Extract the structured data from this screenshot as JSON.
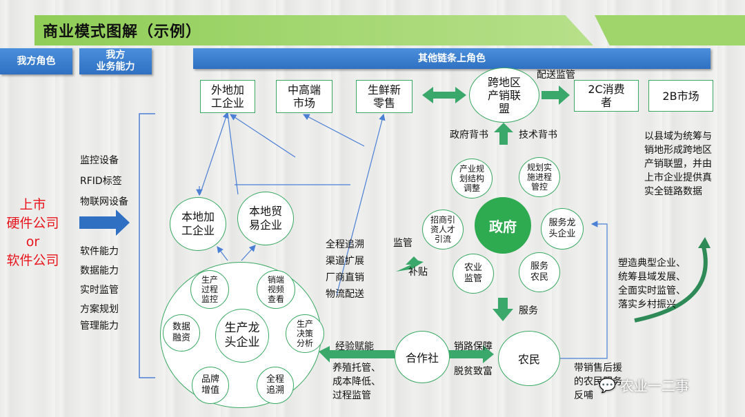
{
  "title": "商业模式图解（示例）",
  "headers": {
    "our_role": "我方角色",
    "our_ability": "我方\n业务能力",
    "other_roles": "其他链条上角色"
  },
  "top_boxes": [
    "外地加\n工企业",
    "中高端\n市场",
    "生鲜新\n零售",
    "2C消费\n者",
    "2B市场"
  ],
  "alliance": "跨地区\n产销联\n盟",
  "alliance_caption": "配送监管",
  "gov_labels": {
    "left": "政府背书",
    "right": "技术背书"
  },
  "company": [
    "上市",
    "硬件公司",
    "or",
    "软件公司"
  ],
  "abilities": [
    "监控设备",
    "RFID标签",
    "物联网设备",
    "软件能力",
    "数据能力",
    "实时监管",
    "方案规划",
    "管理能力"
  ],
  "local": {
    "processing": "本地加\n工企业",
    "trade": "本地贸\n易企业"
  },
  "leader": {
    "center": "生产龙\n头企业",
    "satellites": [
      "生产\n过程\n监控",
      "销端\n视频\n查看",
      "数据\n融资",
      "生产\n决策\n分析",
      "品牌\n增值",
      "全程\n追溯"
    ]
  },
  "middle_list": [
    "全程追溯",
    "渠道扩展",
    "厂商直销",
    "物流配送"
  ],
  "government": {
    "center": "政府",
    "satellites": [
      "产业规\n划结构\n调整",
      "规划实\n施进程\n管控",
      "招商引\n资人才\n引流",
      "服务龙\n头企业",
      "农业\n监管",
      "服务\n农民"
    ]
  },
  "supervision": {
    "a": "监管",
    "b": "补贴"
  },
  "service": "服务",
  "coop": "合作社",
  "farmer": "农民",
  "coop_left": {
    "top": "经验赋能",
    "bottom": "养殖托管、\n成本降低、\n过程监管"
  },
  "coop_right": {
    "top": "销路保障",
    "bottom": "脱贫致富"
  },
  "feedback": "带销售后援\n的农民服务\n反哺",
  "right_note": "以县域为统筹与\n销地形成跨地区\n产销联盟，并由\n上市企业提供真\n实全链路数据",
  "right_note2": "塑造典型企业、\n统筹县域发展、\n全面实时监管、\n落实乡村振兴",
  "watermark": "农业一二事",
  "colors": {
    "accent_green": "#38a860",
    "header_blue": "#2f70c2",
    "red": "#e8141b",
    "line_blue": "#4a7fd4"
  }
}
